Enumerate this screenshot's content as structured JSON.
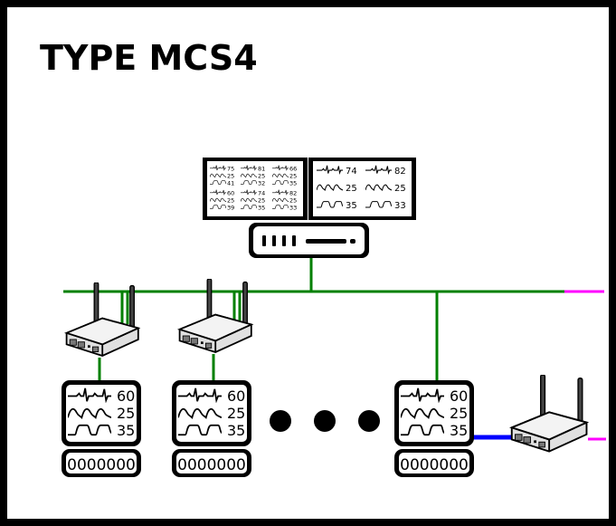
{
  "title": "TYPE MCS4",
  "colors": {
    "network_line": "#008000",
    "external_link": "#ff00ff",
    "direct_link": "#0000ff",
    "frame": "#000000",
    "background": "#ffffff"
  },
  "central_station": {
    "left_screen": {
      "patients": [
        {
          "hr": "75",
          "spo2": "25",
          "resp": "41"
        },
        {
          "hr": "81",
          "spo2": "25",
          "resp": "32"
        },
        {
          "hr": "66",
          "spo2": "25",
          "resp": "35"
        },
        {
          "hr": "60",
          "spo2": "25",
          "resp": "39"
        },
        {
          "hr": "74",
          "spo2": "25",
          "resp": "35"
        },
        {
          "hr": "82",
          "spo2": "25",
          "resp": "33"
        }
      ]
    },
    "right_screen": {
      "patients": [
        {
          "hr": "74",
          "spo2": "25",
          "resp": "35"
        },
        {
          "hr": "82",
          "spo2": "25",
          "resp": "33"
        }
      ]
    }
  },
  "bedside_monitors": [
    {
      "hr": "60",
      "spo2": "25",
      "resp": "35",
      "keypad": "0000000"
    },
    {
      "hr": "60",
      "spo2": "25",
      "resp": "35",
      "keypad": "0000000"
    },
    {
      "hr": "60",
      "spo2": "25",
      "resp": "35",
      "keypad": "0000000"
    }
  ],
  "icons": {
    "router": "wireless-router-icon",
    "monitor": "patient-monitor-icon",
    "server": "network-switch-icon"
  }
}
